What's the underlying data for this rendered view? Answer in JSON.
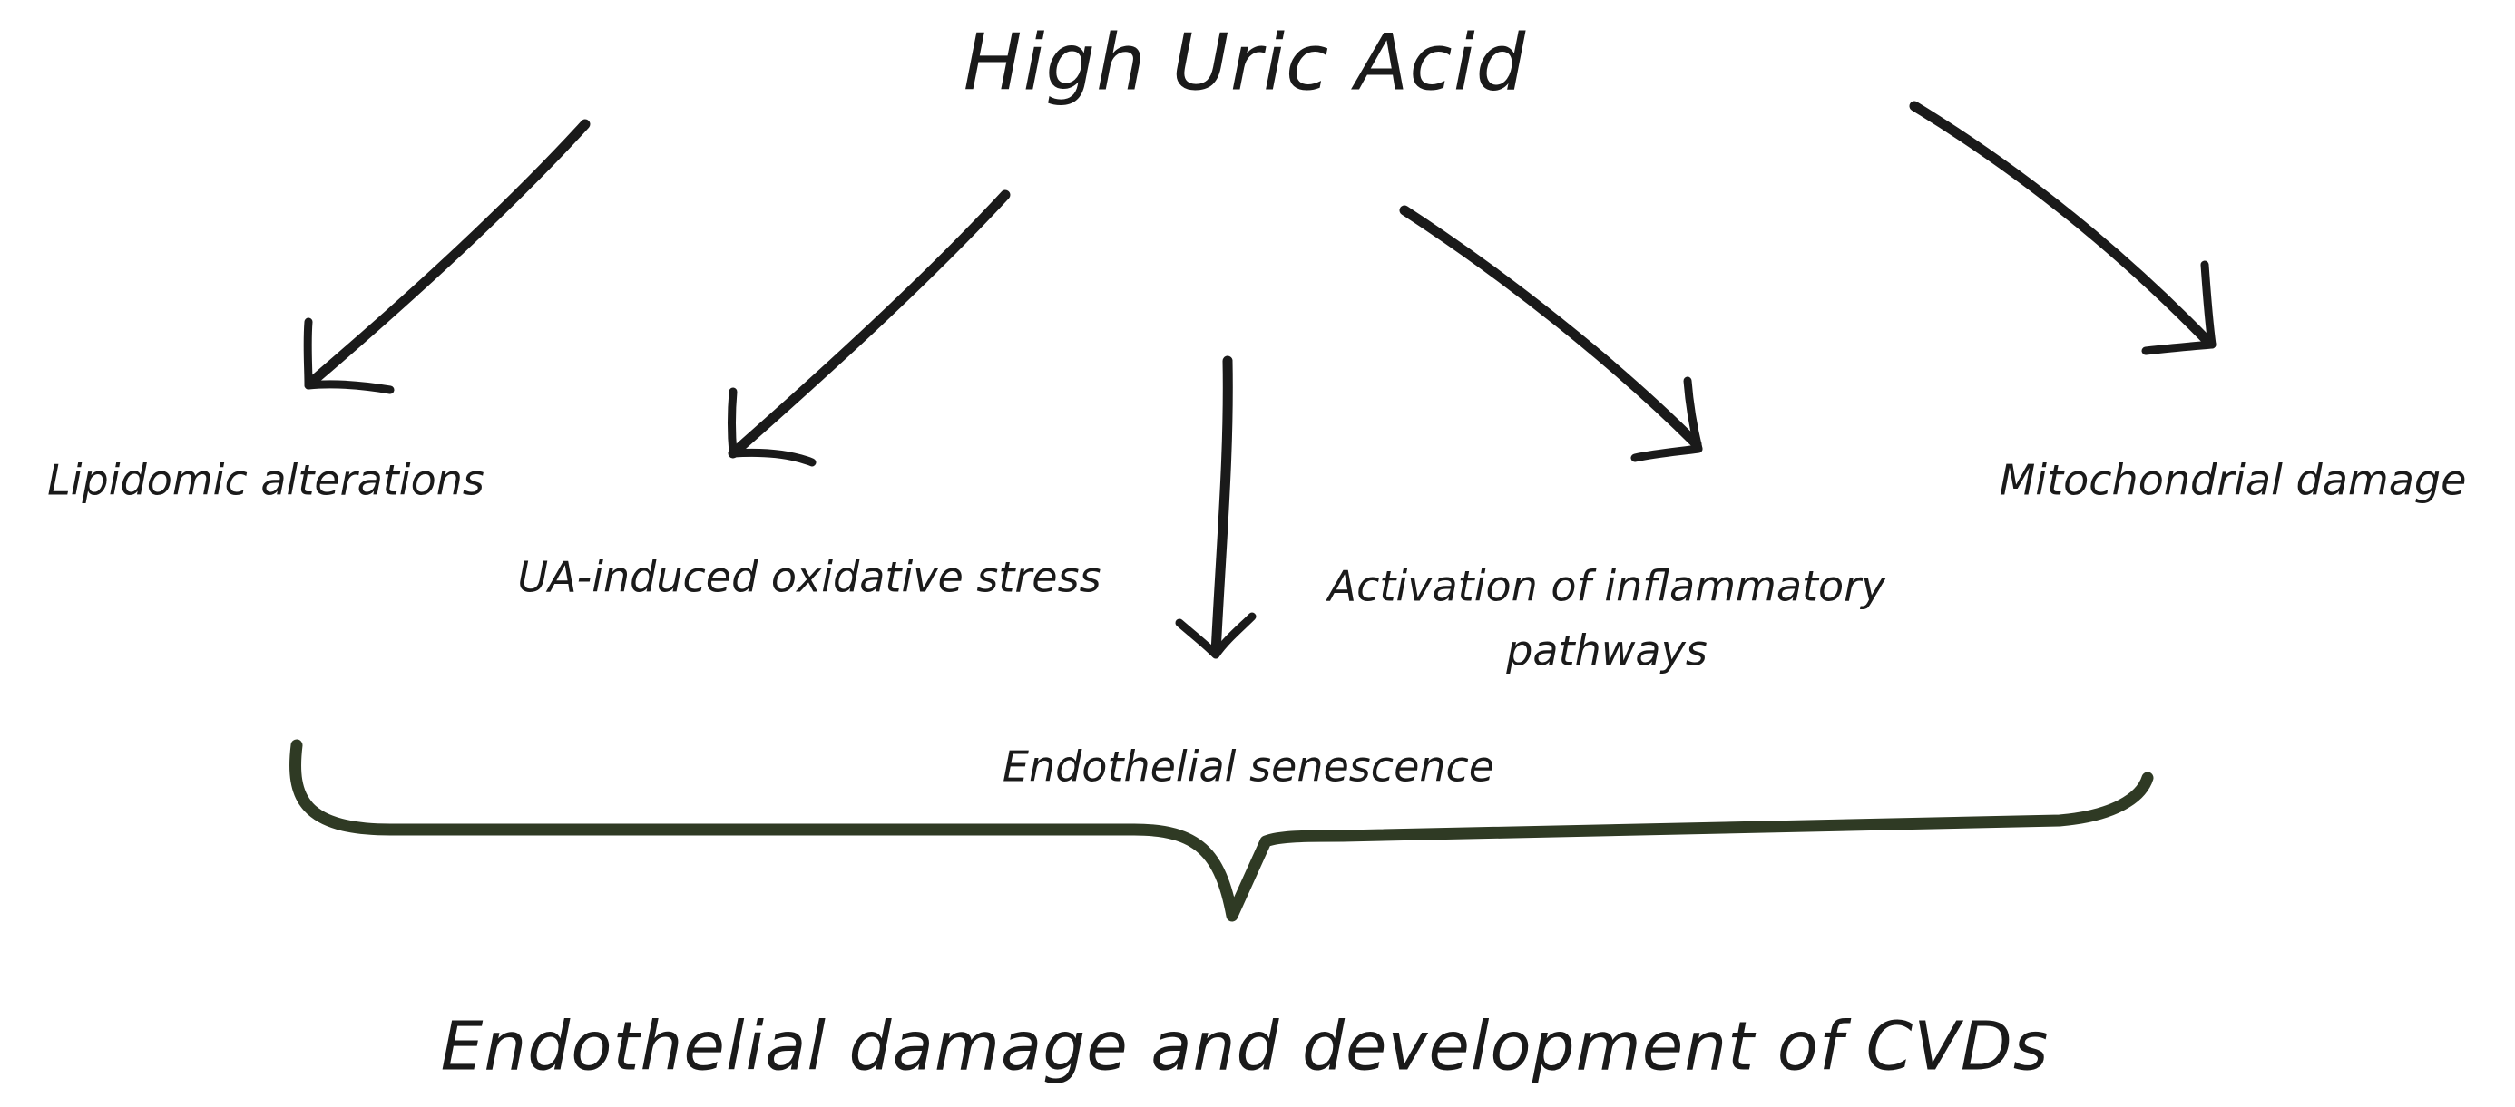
{
  "diagram": {
    "title": "High Uric Acid",
    "causes": {
      "lipidomic": "Lipidomic alterations",
      "oxidative": "UA-induced oxidative stress",
      "senescence": "Endothelial senescence",
      "inflammatory_line1": "Activation of inflammatory",
      "inflammatory_line2": "pathways",
      "mitochondrial": "Mitochondrial damage"
    },
    "outcome": "Endothelial damage and development of CVDs"
  },
  "colors": {
    "arrow": "#1a1a1a",
    "brace": "#2f3a24",
    "text": "#1a1a1a"
  }
}
